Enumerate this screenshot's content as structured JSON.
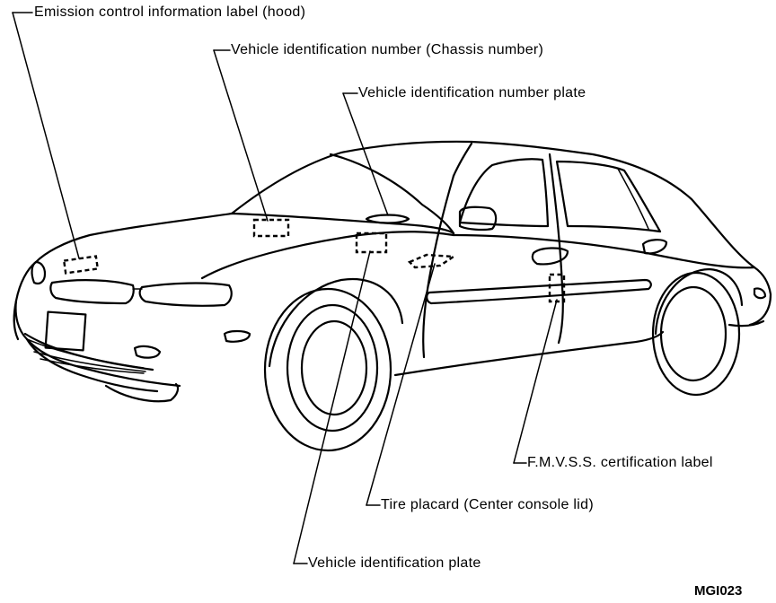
{
  "labels": {
    "emission_label": "Emission control information label (hood)",
    "vin_chassis": "Vehicle identification number (Chassis number)",
    "vin_plate": "Vehicle identification number plate",
    "fmvss_label": "F.M.V.S.S. certification label",
    "tire_placard": "Tire placard (Center console lid)",
    "vehicle_id_plate": "Vehicle identification plate"
  },
  "figure_code": "MGI023"
}
